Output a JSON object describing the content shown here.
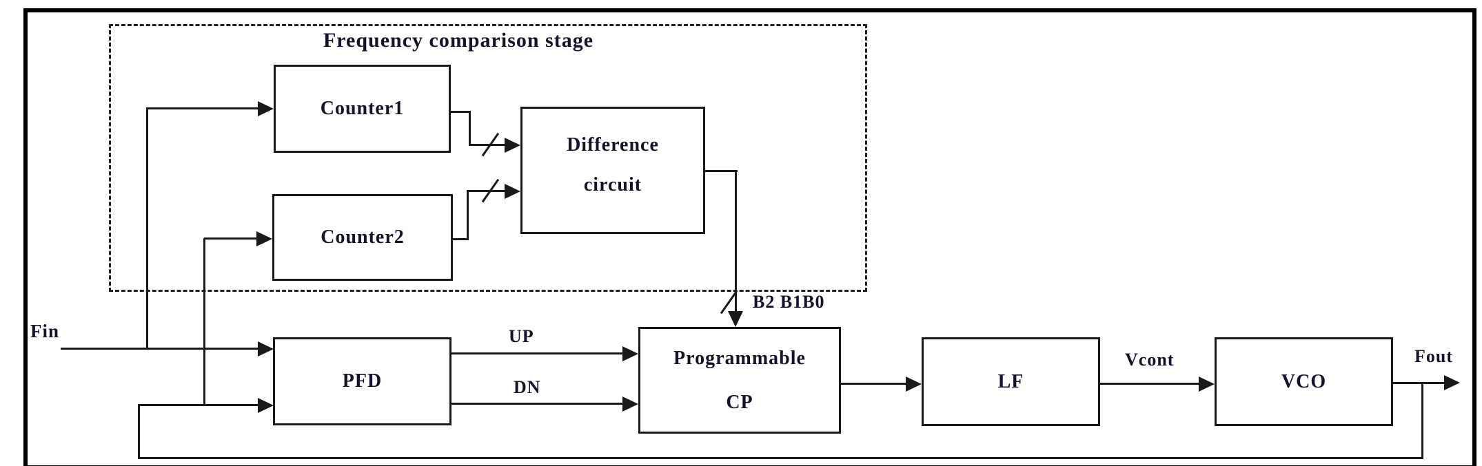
{
  "diagram": {
    "title": "Frequency comparison stage",
    "blocks": {
      "counter1": "Counter1",
      "counter2": "Counter2",
      "difference_line1": "Difference",
      "difference_line2": "circuit",
      "pfd": "PFD",
      "cp_line1": "Programmable",
      "cp_line2": "CP",
      "lf": "LF",
      "vco": "VCO"
    },
    "signals": {
      "fin": "Fin",
      "up": "UP",
      "dn": "DN",
      "bus_bits": "B2 B1B0",
      "vcont": "Vcont",
      "fout": "Fout"
    },
    "colors": {
      "line": "#1a1a1a",
      "text": "#13132b",
      "background": "#ffffff"
    }
  }
}
